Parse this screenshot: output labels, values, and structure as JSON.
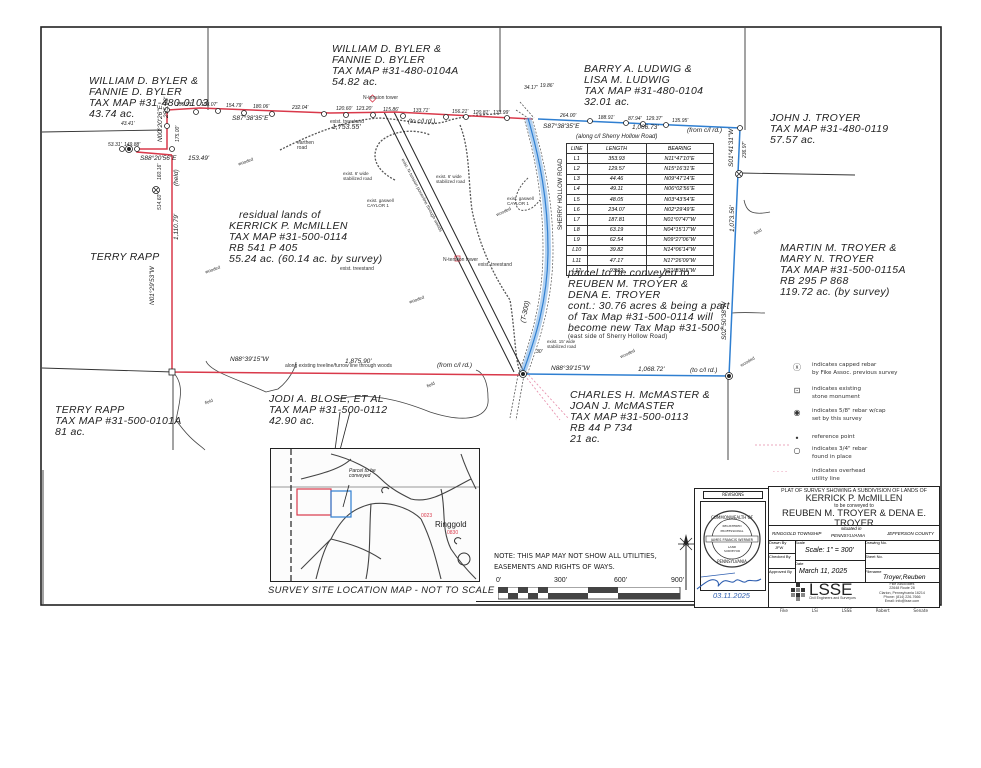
{
  "plat": {
    "title_block": {
      "line1": "PLAT OF SURVEY SHOWING A SUBDIVISION OF LANDS OF",
      "grantor": "KERRICK P. McMILLEN",
      "line3": "to be conveyed to",
      "grantees": "REUBEN M. TROYER & DENA E. TROYER",
      "situated_label": "situated in",
      "township": "RINGGOLD TOWNSHIP",
      "state": "PENNSYLVANIA",
      "county": "JEFFERSON COUNTY",
      "drawn_by_label": "Drawn By",
      "drawn_by": "JFW",
      "checked_by_label": "Checked By",
      "approved_by_label": "Approved By",
      "scale_label": "Scale",
      "scale": "Scale: 1\" = 300'",
      "date_label": "Date",
      "date": "March 11, 2025",
      "drawing_no_label": "Drawing No.",
      "sheet_no_label": "Sheet No.",
      "filename_label": "Filename",
      "filename": "Troyer,Reuben",
      "company": "LSSE",
      "company_sub": "Civil Engineers and Surveyors",
      "company_address": [
        "Fike Associates",
        "22648 Route 28",
        "Clarion, Pennsylvania 16214",
        "Phone: (814) 226-7666",
        "Email: info@lsse.com"
      ],
      "footer": [
        "Fike",
        "LSi",
        "LSSE",
        "Robert",
        "Senate"
      ],
      "revisions_label": "REVISIONS",
      "seal": {
        "top": "COMMONWEALTH OF",
        "registered": "REGISTERED",
        "professional": "PROFESSIONAL",
        "name": "JAMES FRANCIS WERNER",
        "land": "LAND",
        "surveyor": "SURVEYOR",
        "bottom": "PENNSYLVANIA"
      },
      "signature_date": "03.11.2025"
    },
    "parcels": [
      {
        "id": "byler-0103",
        "lines": [
          "WILLIAM D. BYLER &",
          "FANNIE D. BYLER",
          "TAX MAP #31-480-0103",
          "43.74 ac."
        ]
      },
      {
        "id": "byler-0104a",
        "lines": [
          "WILLIAM D. BYLER &",
          "FANNIE D. BYLER",
          "TAX MAP #31-480-0104A",
          "54.82 ac."
        ]
      },
      {
        "id": "ludwig",
        "lines": [
          "BARRY A. LUDWIG &",
          "LISA M. LUDWIG",
          "TAX MAP #31-480-0104",
          "32.01 ac."
        ]
      },
      {
        "id": "john-troyer",
        "lines": [
          "JOHN J. TROYER",
          "TAX MAP #31-480-0119",
          "57.57 ac."
        ]
      },
      {
        "id": "martin-troyer",
        "lines": [
          "MARTIN M. TROYER &",
          "MARY N. TROYER",
          "TAX MAP #31-500-0115A",
          "RB 295   P 868",
          "119.72 ac. (by survey)"
        ]
      },
      {
        "id": "mcmillen-residual",
        "lines": [
          "residual lands of",
          "KERRICK P. McMILLEN",
          "TAX MAP #31-500-0114",
          "RB 541   P 405",
          "55.24 ac. (60.14 ac. by survey)"
        ]
      },
      {
        "id": "terry-rapp",
        "lines": [
          "TERRY RAPP"
        ]
      },
      {
        "id": "terry-rapp-0101a",
        "lines": [
          "TERRY RAPP",
          "TAX MAP #31-500-0101A",
          "81 ac."
        ]
      },
      {
        "id": "blose",
        "lines": [
          "JODI A. BLOSE, ET AL",
          "TAX MAP #31-500-0112",
          "42.90 ac."
        ]
      },
      {
        "id": "mcmaster",
        "lines": [
          "CHARLES H. McMASTER &",
          "JOAN J. McMASTER",
          "TAX MAP #31-500-0113",
          "RB 44   P 734",
          "21 ac."
        ]
      },
      {
        "id": "conveyed",
        "lines": [
          "parcel to be conveyed to",
          "REUBEN M. TROYER &",
          "DENA E. TROYER",
          "cont.: 30.76 acres & being a part",
          "of Tax Map #31-500-0114 will",
          "become new Tax Map #31-500-",
          "(east side of Sherry Hollow Road)"
        ]
      }
    ],
    "bearings": {
      "north_west": "S87°38'35\"E",
      "north_east": "S87°38'35\"E",
      "north_total_west": "1,753.55'",
      "north_total_east": "1,066.73'",
      "from_cl_west": "(to c/l rd.)",
      "from_cl_east": "(from c/l rd.)",
      "west_main": "N01°29'53\"W",
      "west_total": "1,110.79'",
      "west_upper": "514.60'",
      "west_upper2": "160.16'",
      "held": "(held)",
      "south_west": "N88°39'15\"W",
      "south_west_total": "1,875.90'",
      "south_from_cl": "(from c/l rd.)",
      "south_east": "N88°39'15\"W",
      "south_east_total": "1,068.72'",
      "south_to_cl": "(to c/l rd.)",
      "east_upper": "S01°41'31\"W",
      "east_upper_dist": "236.97'",
      "east_lower": "S02°50'38\"W",
      "east_lower_dist": "1,073.56'",
      "jog_bearing": "S88°20'56\"E",
      "jog_dist": "153.49'",
      "jog_vert": "N00°20'26\"E",
      "jog_vert_total": "255.93'",
      "jog_vert_seg": "175.00'",
      "corner_a": "53.31'",
      "corner_b": "43.41'",
      "corner_c": "149.88'",
      "road_a": "34.17'",
      "road_b": "19.86'",
      "along_treeline": "along existing treeline/furrow line through woods",
      "t300": "(T-300)",
      "sherry_road": "SHERRY HOLLOW ROAD",
      "road_width": "30'"
    },
    "north_segments": [
      "156.93'",
      "153.07'",
      "154.79'",
      "180.06'",
      "232.04'",
      "120.60'",
      "123.20'",
      "115.86'",
      "133.71'",
      "156.21'",
      "120.81'",
      "133.99'"
    ],
    "east_segments": [
      "264.00'",
      "188.91'",
      "87.94'",
      "129.37'",
      "135.95'"
    ],
    "line_table": {
      "caption": "(along c/l Sherry Hollow Road)",
      "headers": [
        "LINE",
        "LENGTH",
        "BEARING"
      ],
      "rows": [
        [
          "L1",
          "353.93",
          "N11°47'10\"E"
        ],
        [
          "L2",
          "129.57",
          "N15°16'31\"E"
        ],
        [
          "L3",
          "44.46",
          "N09°47'14\"E"
        ],
        [
          "L4",
          "49.11",
          "N06°02'56\"E"
        ],
        [
          "L5",
          "48.05",
          "N03°43'54\"E"
        ],
        [
          "L6",
          "234.07",
          "N02°29'49\"E"
        ],
        [
          "L7",
          "187.81",
          "N01°07'47\"W"
        ],
        [
          "L8",
          "63.19",
          "N04°15'17\"W"
        ],
        [
          "L9",
          "62.54",
          "N09°27'06\"W"
        ],
        [
          "L10",
          "39.82",
          "N14°06'14\"W"
        ],
        [
          "L11",
          "47.17",
          "N17°26'09\"W"
        ],
        [
          "L12",
          "93.92",
          "N21°33'15\"W"
        ]
      ]
    },
    "features": {
      "ntension_tower": "N-tension tower",
      "exist_treestand": "exist. treestand",
      "earthen_road": "earthen road",
      "stabilized_road_6": "exist. 6' wide stabilized road",
      "stabilized_road_15": "exist. 15' wide stabilized road",
      "gaswell": "exist. gaswell CAYLOR 1",
      "pipeline": "exist. N-tension powerline through woods",
      "wooded": "wooded",
      "field": "field"
    },
    "legend": [
      {
        "symbol": "capped-rebar-x",
        "glyph": "ⓧ",
        "text": [
          "indicates capped rebar",
          "by Fike Assoc. previous survey"
        ]
      },
      {
        "symbol": "stone-monument",
        "glyph": "⊡",
        "text": [
          "indicates existing",
          "stone monument"
        ]
      },
      {
        "symbol": "rebar-cap-set",
        "glyph": "◉",
        "text": [
          "indicates 5/8\" rebar w/cap",
          "set by this survey"
        ]
      },
      {
        "symbol": "reference-point",
        "glyph": "•",
        "text": [
          "reference point"
        ]
      },
      {
        "symbol": "rebar-found",
        "glyph": "○",
        "text": [
          "indicates 3/4\" rebar",
          "found in place"
        ]
      },
      {
        "symbol": "utility-line",
        "glyph": "- - - -",
        "text": [
          "indicates overhead",
          "utility line"
        ]
      }
    ],
    "location_map": {
      "caption": "SURVEY SITE LOCATION MAP - NOT TO SCALE",
      "parcel_label": "Parcel to be conveyed",
      "town": "Ringgold",
      "town_code": "0830",
      "route_code": "0023"
    },
    "note": [
      "NOTE: THIS MAP MAY NOT SHOW ALL UTILITIES,",
      "EASEMENTS AND RIGHTS OF WAYS."
    ],
    "scale_bar": {
      "labels": [
        "0'",
        "300'",
        "600'",
        "900'"
      ]
    },
    "colors": {
      "residual": "#d9394a",
      "conveyed": "#2f7fd1",
      "utility": "#e58aa8",
      "ink": "#222222"
    }
  }
}
